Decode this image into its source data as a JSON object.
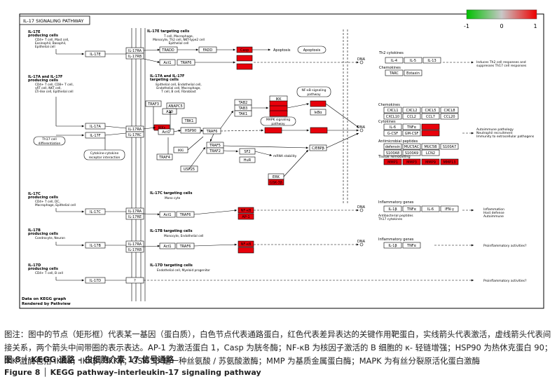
{
  "pathway_title": "IL-17 SIGNALING PATHWAY",
  "legend": {
    "min": "-1",
    "mid": "0",
    "max": "1",
    "low_color": "#00c000",
    "mid_color": "#c8c8c8",
    "high_color": "#ee0000"
  },
  "colors": {
    "red_node": "#e8000b",
    "frame": "#000000"
  },
  "sections": {
    "il17e": {
      "cells": [
        "IL-17E",
        "producing cells"
      ],
      "cell_types": [
        "CD4+ T cell, Mast cell,",
        "Eosinophil, Basophil,",
        "Epithelial cell"
      ],
      "targ_title": "IL-17E targeting cells",
      "targ_types": [
        "T cell, Macrophage,",
        "Monocyte, Th2 cell, NKT-type2 cell",
        "Epithelial cell"
      ],
      "ligand": "IL-17E",
      "rec": [
        "IL-17RA",
        "IL-17RB"
      ],
      "traf": "TRAF6",
      "fadd": "FADD",
      "act1": "Act1",
      "casp": "Casp",
      "apoptosis": "Apoptosis",
      "th2": "Th2 cytokines",
      "genes": [
        "IL-4",
        "IL-5",
        "IL-13"
      ],
      "chemokines": "Chemokines",
      "chemo_genes": [
        "TARC",
        "Eotaxin"
      ],
      "outcome": [
        "Induces Th2 cell responses and",
        "suppresses Th17 cell responses"
      ]
    },
    "il17af": {
      "cells": [
        "IL-17A and IL-17F",
        "producing cells"
      ],
      "cell_types": [
        "CD4+ T cell, CD8+ T cell,",
        "γδT cell, NKT cell,",
        "LTi-like cell, Epithelial cell"
      ],
      "targ_title": "IL-17A and IL-17F",
      "targ_sub": "targeting cells",
      "targ_types": [
        "Epithelial cell, Endothelial cell,",
        "Endothelial cell, Macrophage,",
        "T cell, B cell, Fibroblast"
      ],
      "ligands": [
        "IL-17A",
        "IL-17F"
      ],
      "rec": [
        "IL-17RA",
        "IL-17RC"
      ],
      "th17": [
        "Th17 cell",
        "differentiation"
      ],
      "cci": [
        "Cytokine-cytokine",
        "receptor interaction"
      ],
      "nodes": {
        "traf3": "TRAF3",
        "anapc5": "ANAPC5",
        "a20": "A20",
        "usp": "USP25",
        "tbk1": "TBK1",
        "ikke": "IKKε",
        "act1": "Act1",
        "hsp90": "HSP90",
        "traf6": "TRAF6",
        "traf4": "TRAF4",
        "traf5": "TRAF5",
        "traf2": "TRAF2",
        "sf2": "SF2",
        "hur": "HuR",
        "ikk": "IKK",
        "ikb": "IκBα",
        "nfkb": "NF-κB",
        "tab2": "TAB2",
        "tab3": "TAB3",
        "tak1": "TAK1",
        "mapk": "MAPK",
        "cebp": "C/EBPβ",
        "erk": "ERK",
        "gsk": "GSK-3β",
        "ap1": "AP-1",
        "mrna": "mRNA stability"
      },
      "nfkb_label": [
        "NF-κB signaling",
        "pathway"
      ],
      "mapk_label": [
        "MAPK signaling",
        "pathway"
      ],
      "chemo_genes": [
        "CXCL1",
        "CXCL2",
        "CXCL5",
        "CXCL8",
        "CXCL10",
        "CCL2",
        "CCL7",
        "CCL20"
      ],
      "cyto_genes": [
        "IL-6",
        "TNFα",
        "G-CSF",
        "GM-CSF"
      ],
      "anti_genes": [
        "defensin",
        "MUC5AC",
        "MUC5B",
        "S100A7",
        "S100A8",
        "S100A9",
        "LCN2"
      ],
      "mmp_genes": [
        "MMP1",
        "MMP3",
        "MMP9",
        "MMP13"
      ],
      "antimicrobial": "Antimicrobial peptides",
      "tissue": "Tissue remodeling",
      "outcome": [
        "Autoimmune pathology",
        "Neutrophil recruitment",
        "Immunity to extracellular pathogens"
      ]
    },
    "il17c": {
      "cells": [
        "IL-17C",
        "producing cells"
      ],
      "cell_types": [
        "CD4+ T cell, DC,",
        "Macrophage, Epithelial cell"
      ],
      "targ_title": "IL-17C targeting cells",
      "targ_types": [
        "Mono cyte"
      ],
      "ligand": "IL-17C",
      "rec": [
        "IL-17RA",
        "IL-17RE"
      ],
      "nodes": [
        "Act1",
        "TRAF6",
        "NF-κB",
        "AP-1"
      ],
      "label": "Inflammatory genes",
      "genes": [
        "IL-1β",
        "TNFα",
        "IL-6",
        "IFN-γ"
      ],
      "sub": [
        "Antibacterial peptides",
        "Th17 cytokines"
      ],
      "outcome": [
        "Inflammation",
        "Host defense",
        "Autoimmune"
      ]
    },
    "il17b": {
      "cells": [
        "IL-17B",
        "producing cells"
      ],
      "cell_types": [
        "Condrocyte, Neuron"
      ],
      "targ_title": "IL-17B targeting cells",
      "targ_types": [
        "Monocyte, Endothelial cell"
      ],
      "ligand": "IL-17B",
      "rec": [
        "IL-17RA",
        "IL-17RB"
      ],
      "nodes": [
        "Act1",
        "TRAF6",
        "NF-κB"
      ],
      "label": "Inflammatory genes",
      "genes": [
        "IL-1β",
        "TNFα"
      ],
      "outcome": "Proinflammatory activities?"
    },
    "il17d": {
      "cells": [
        "IL-17D",
        "producing cells"
      ],
      "cell_types": [
        "CD4+ T cell, B cell"
      ],
      "targ_title": "IL-17D targeting cells",
      "targ_types": [
        "Endothelial cell, Myeloid progenitor"
      ],
      "ligand": "IL-17D",
      "rec": "?",
      "outcome": "Proinflammatory activities?"
    }
  },
  "dna": "DNA",
  "footer": [
    "Data on KEGG graph",
    "Rendered by Pathview"
  ],
  "caption_zh": "图注：图中的节点（矩形框）代表某一基因（蛋白质），白色节点代表通路蛋白，红色代表差异表达的关键作用靶蛋白，实线箭头代表激活，虚线箭头代表间接关系，两个箭头中间带圈的表示表达。AP-1 为激活蛋白 1，Casp 为胱冬酶；NF-κB 为核因子激活的 B 细胞的 κ- 轻链增强；HSP90 为热休克蛋白 90；IKK 激酶包括 IKKα，IKKβ，IKKγ；GSK-3β 是一种丝氨酸 / 苏氨酸激酶；MMP 为基质金属蛋白酶；MAPK 为有丝分裂原活化蛋白激酶",
  "figure_title_zh": "图 8 │ KEGG 通路 – 白细胞介素 17 信号通路",
  "figure_title_en": "Figure 8 │ KEGG pathway–interleukin-17 signaling pathway"
}
